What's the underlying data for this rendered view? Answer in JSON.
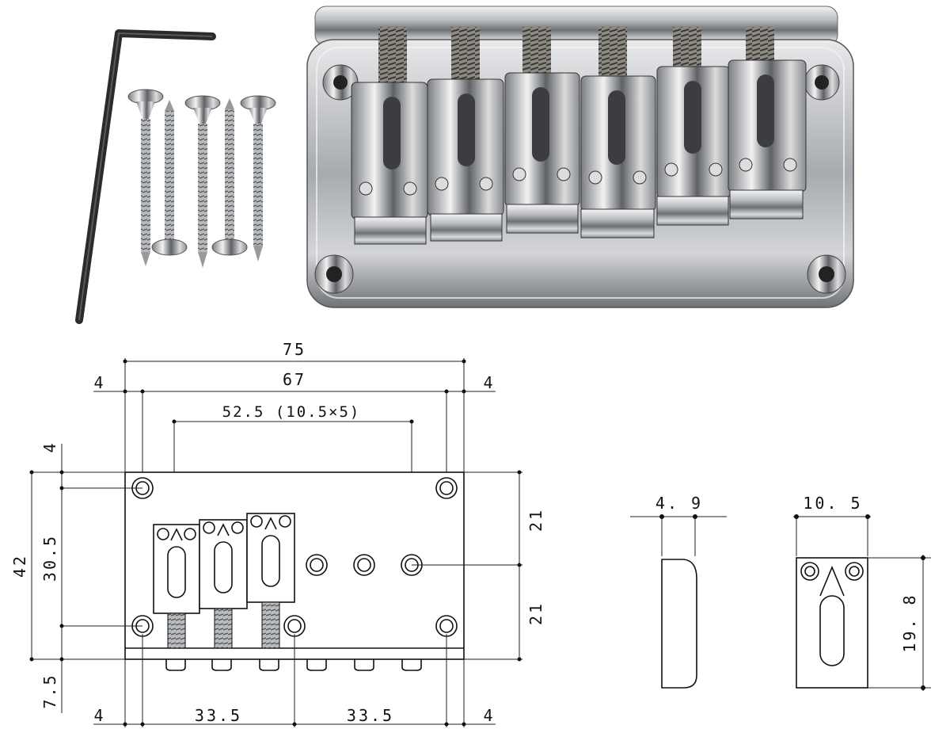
{
  "product": {
    "photo_desc": "chrome-hardtail-bridge-with-screws-and-hex-key"
  },
  "drawing": {
    "top_dimensions": {
      "overall_width": "75",
      "mount_hole_spacing": "67",
      "string_spacing": "52.5 (10.5×5)",
      "left_margin": "4",
      "right_margin": "4"
    },
    "side_dimensions": {
      "left_top_margin": "4",
      "overall_height": "42",
      "saddle_span": "30.5",
      "bottom_lip": "7.5",
      "right_upper": "21",
      "right_lower": "21"
    },
    "bottom_dimensions": {
      "left_margin": "4",
      "left_half": "33.5",
      "right_half": "33.5",
      "right_margin": "4"
    },
    "saddle_profile": {
      "thickness": "4. 9"
    },
    "saddle_front": {
      "width": "10. 5",
      "height": "19. 8"
    }
  }
}
